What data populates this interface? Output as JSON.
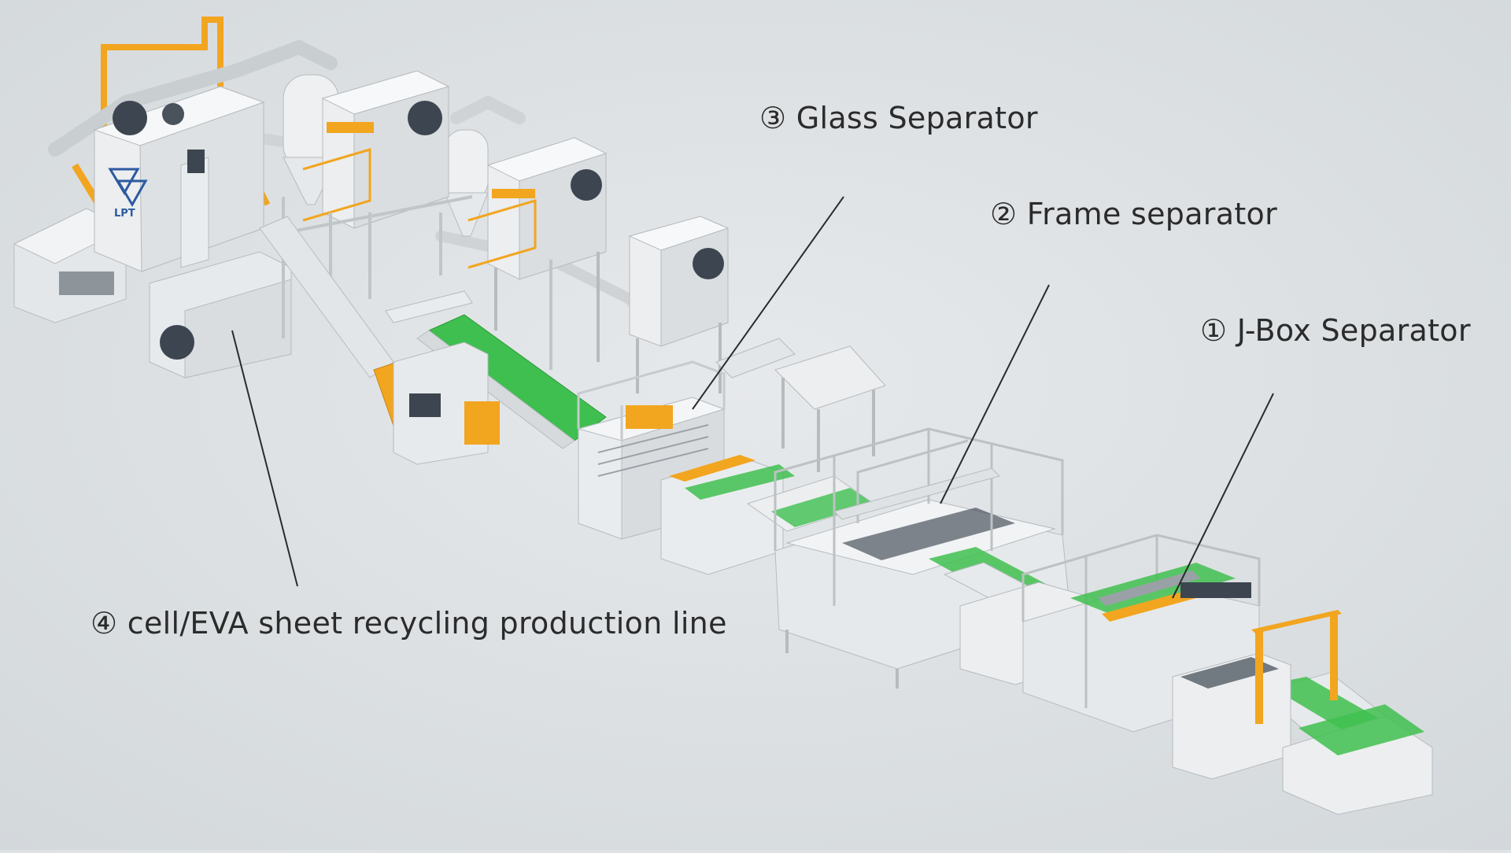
{
  "callouts": {
    "glass": "③ Glass Separator",
    "frame": "② Frame separator",
    "jbox": "① J-Box Separator",
    "cell": "④ cell/EVA sheet recycling production line"
  },
  "logo_text": "LPT",
  "colors": {
    "background": "#dfe3e6",
    "machine_body": "#eceeef",
    "machine_shadow": "#c3c7ca",
    "accent_orange": "#f2a51f",
    "conveyor_green": "#3fbf4f",
    "motor_dark": "#3d4650",
    "leader_line": "#2b2b2b"
  }
}
